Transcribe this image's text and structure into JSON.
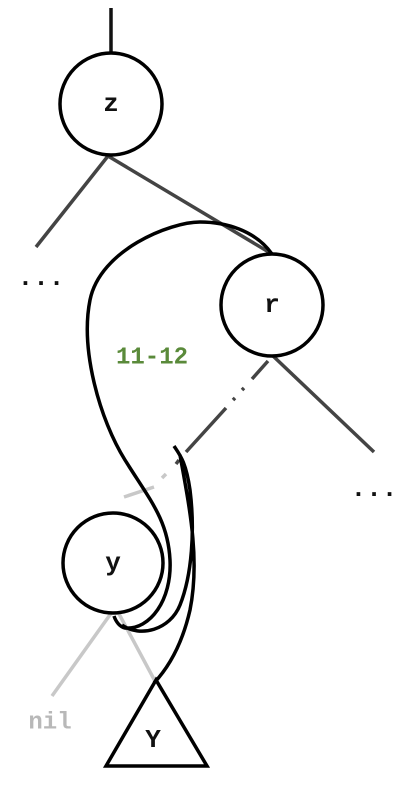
{
  "diagram": {
    "nodes": {
      "z": "z",
      "r": "r",
      "y": "y",
      "subtree": "Y"
    },
    "ellipsis_left": "...",
    "ellipsis_right": "...",
    "nil_label": "nil",
    "step_label": "11-12"
  },
  "colors": {
    "edge": "#444444",
    "faded_edge": "#c8c8c8",
    "nil_text": "#b8b8b8",
    "step_text": "#5a8a3a",
    "outline": "#000000"
  }
}
